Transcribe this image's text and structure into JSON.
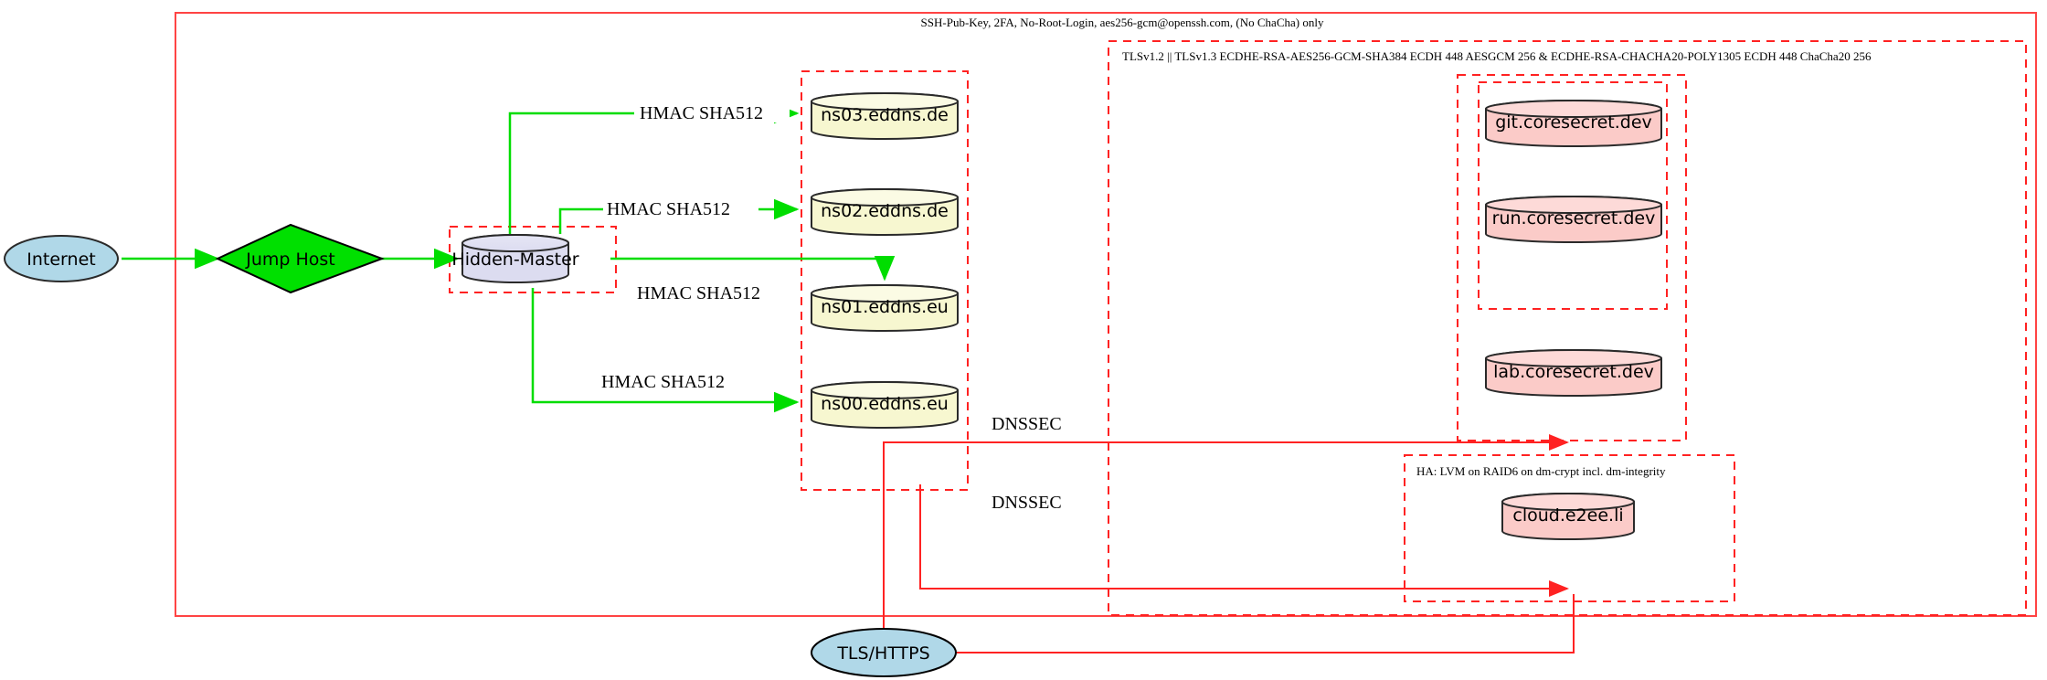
{
  "diagram": {
    "title": "Hidden-Master DNS and services infrastructure diagram",
    "colors": {
      "ssh_boundary": "#ff4444",
      "tls_boundary": "#ff4444",
      "cluster_dashed": "#ff2222",
      "dns_edge": "#00dd00",
      "tls_edge": "#ff2222",
      "internet_fill": "#b0d8e8",
      "jumphost_fill": "#00e000",
      "master_fill": "#dcdcf0",
      "ns_fill": "#f7f7d0",
      "service_fill": "#fbcbc8",
      "stroke": "#2a2a2a"
    },
    "boundaries": [
      {
        "id": "ssh-boundary",
        "label": "SSH-Pub-Key, 2FA, No-Root-Login, aes256-gcm@openssh.com, (No ChaCha) only"
      },
      {
        "id": "tls-boundary",
        "label": "TLSv1.2 || TLSv1.3 ECDHE-RSA-AES256-GCM-SHA384 ECDH 448 AESGCM 256 & ECDHE-RSA-CHACHA20-POLY1305 ECDH 448 ChaCha20 256"
      },
      {
        "id": "ha-boundary",
        "label": "HA: LVM on RAID6 on dm-crypt incl. dm-integrity"
      }
    ],
    "nodes": {
      "internet": {
        "label": "Internet",
        "shape": "ellipse"
      },
      "jump_host": {
        "label": "Jump Host",
        "shape": "diamond"
      },
      "hidden_master": {
        "label": "Hidden-Master",
        "shape": "cylinder"
      },
      "ns03": {
        "label": "ns03.eddns.de",
        "shape": "cylinder"
      },
      "ns02": {
        "label": "ns02.eddns.de",
        "shape": "cylinder"
      },
      "ns01": {
        "label": "ns01.eddns.eu",
        "shape": "cylinder"
      },
      "ns00": {
        "label": "ns00.eddns.eu",
        "shape": "cylinder"
      },
      "git": {
        "label": "git.coresecret.dev",
        "shape": "cylinder"
      },
      "run": {
        "label": "run.coresecret.dev",
        "shape": "cylinder"
      },
      "lab": {
        "label": "lab.coresecret.dev",
        "shape": "cylinder"
      },
      "cloud": {
        "label": "cloud.e2ee.li",
        "shape": "cylinder"
      },
      "tls_https": {
        "label": "TLS/HTTPS",
        "shape": "ellipse"
      }
    },
    "edge_labels": {
      "hmac_ns03": "HMAC SHA512",
      "hmac_ns02": "HMAC SHA512",
      "hmac_ns01": "HMAC SHA512",
      "hmac_ns00": "HMAC SHA512",
      "dnssec_upper": "DNSSEC",
      "dnssec_lower": "DNSSEC"
    }
  }
}
